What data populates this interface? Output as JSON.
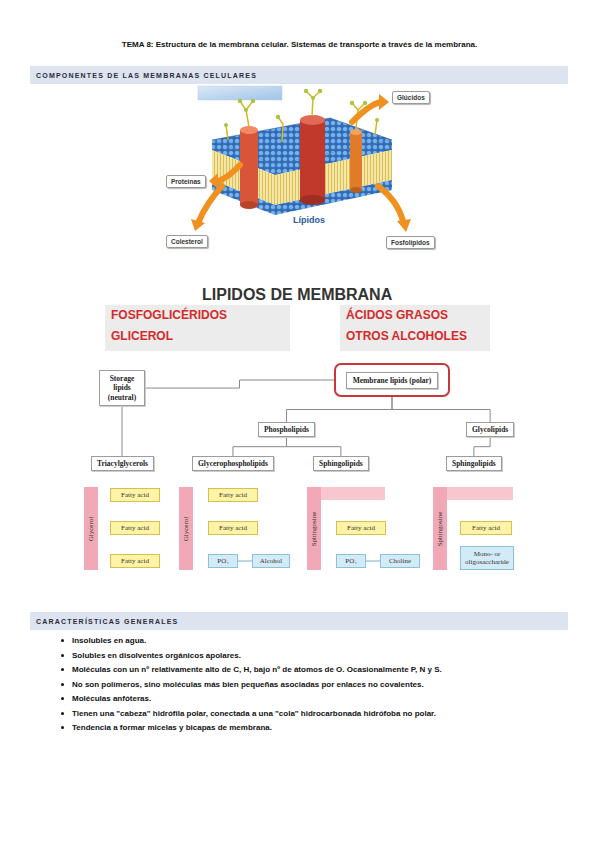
{
  "diagram": {
    "title": "TEMA 8: Estructura de la membrana celular. Sistemas de transporte a través de la membrana.",
    "nodes": [
      {
        "text": [
          "COMPONENTES DE LAS MEMBRANAS CELULARES"
        ]
      },
      {
        "text": [
          "Glúcidos"
        ]
      },
      {
        "text": [
          "Proteínas"
        ]
      },
      {
        "text": [
          "Colesterol"
        ]
      },
      {
        "text": [
          "Fosfolípidos"
        ]
      },
      {
        "text": [
          "FOSFOGLICÉRIDOS",
          "GLICEROL"
        ]
      },
      {
        "text": [
          "ÁCIDOS GRASOS",
          "OTROS ALCOHOLES"
        ]
      },
      {
        "text": [
          "Storage lipids (neutral)"
        ]
      },
      {
        "text": [
          "Membrane lipids (polar)"
        ]
      },
      {
        "text": [
          "Phospholipids"
        ]
      },
      {
        "text": [
          "Glycolipids"
        ]
      },
      {
        "text": [
          "Triacylglycerols"
        ]
      },
      {
        "text": [
          "Glycerophospholipids"
        ]
      },
      {
        "text": [
          "Sphingolipids"
        ]
      },
      {
        "text": [
          "Sphingolipids"
        ]
      },
      {
        "text": [
          "Glycerol"
        ]
      },
      {
        "text": [
          "Fatty acid"
        ]
      },
      {
        "text": [
          "Fatty acid"
        ]
      },
      {
        "text": [
          "Fatty acid"
        ]
      },
      {
        "text": [
          "Glycerol"
        ]
      },
      {
        "text": [
          "Fatty acid"
        ]
      },
      {
        "text": [
          "Fatty acid"
        ]
      },
      {
        "text": [
          "PO₄"
        ]
      },
      {
        "text": [
          "Alcohol"
        ]
      },
      {
        "text": [
          "Sphingosine"
        ]
      },
      {
        "text": [
          "Fatty acid"
        ]
      },
      {
        "text": [
          "PO₄"
        ]
      },
      {
        "text": [
          "Choline"
        ]
      },
      {
        "text": [
          "Sphingosine"
        ]
      },
      {
        "text": [
          "Fatty acid"
        ]
      },
      {
        "text": [
          "Mono- or oligosaccharide"
        ]
      },
      {
        "text": [
          "CARACTERÍSTICAS GENERALES"
        ]
      }
    ],
    "edges": [
      {
        "from": 7,
        "to": 8,
        "arrow": "none"
      },
      {
        "from": 7,
        "to": 11,
        "arrow": "none"
      },
      {
        "from": 8,
        "to": 9,
        "arrow": "none"
      },
      {
        "from": 8,
        "to": 10,
        "arrow": "none"
      },
      {
        "from": 9,
        "to": 12,
        "arrow": "none"
      },
      {
        "from": 9,
        "to": 13,
        "arrow": "none"
      },
      {
        "from": 10,
        "to": 14,
        "arrow": "none"
      },
      {
        "from": 22,
        "to": 23,
        "arrow": "none"
      },
      {
        "from": 26,
        "to": 27,
        "arrow": "none"
      }
    ],
    "labels": [
      "Lípidos",
      "LIPIDOS DE MEMBRANA",
      "Insolubles en agua.",
      "Solubles en disolventes orgánicos apolares.",
      "Moléculas con un nº relativamente alto de C, H, bajo nº de átomos de O. Ocasionalmente P, N y S.",
      "No son polímeros, sino moléculas más bien pequeñas asociadas por enlaces no covalentes.",
      "Moléculas anfóteras.",
      "Tienen una \"cabeza\" hidrófila polar, conectada a una \"cola\" hidrocarbonada hidrófoba no polar.",
      "Tendencia a formar micelas y bicapas de membrana."
    ]
  }
}
